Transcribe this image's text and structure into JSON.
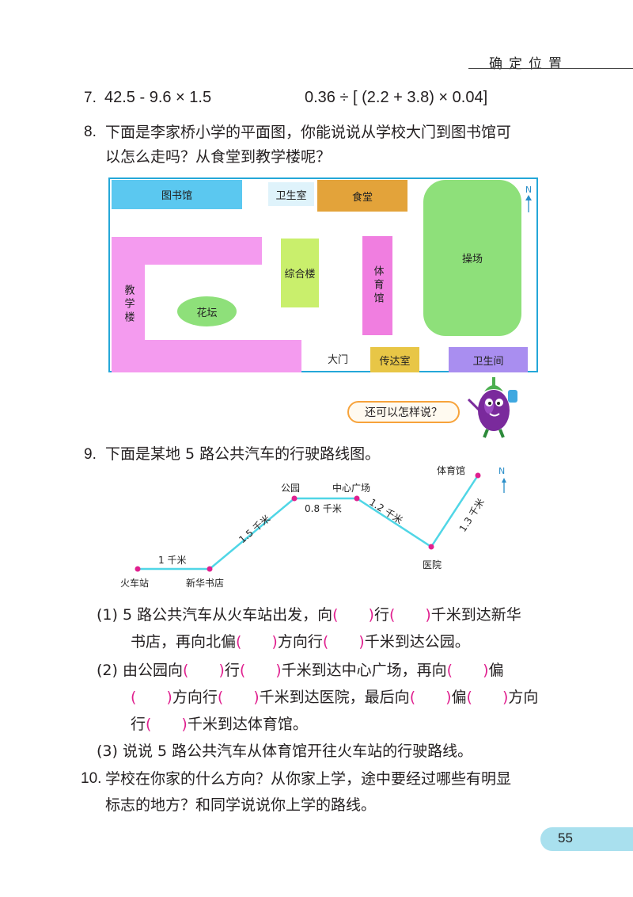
{
  "header": {
    "section_title": "确定位置"
  },
  "q7": {
    "num": "7.",
    "expr1": "42.5 - 9.6 × 1.5",
    "expr2": "0.36 ÷ [ (2.2 + 3.8) × 0.04]"
  },
  "q8": {
    "num": "8.",
    "line1": "下面是李家桥小学的平面图，你能说说从学校大门到图书馆可",
    "line2": "以怎么走吗？从食堂到教学楼呢？",
    "map": {
      "library": "图书馆",
      "restroom_top": "卫生室",
      "canteen": "食堂",
      "playground": "操场",
      "complex_building": "综合楼",
      "gym": "体育馆",
      "teaching_building": "教学楼",
      "flower_bed": "花坛",
      "gate": "大门",
      "reception": "传达室",
      "restroom_bottom": "卫生间",
      "north": "N"
    },
    "bubble": "还可以怎样说？"
  },
  "q9": {
    "num": "9.",
    "title": "下面是某地 5 路公共汽车的行驶路线图。",
    "stops": {
      "train_station": "火车站",
      "bookstore": "新华书店",
      "park": "公园",
      "plaza": "中心广场",
      "hospital": "医院",
      "stadium": "体育馆"
    },
    "distances": {
      "d1": "1 千米",
      "d2": "1.5 千米",
      "d3": "0.8 千米",
      "d4": "1.2 千米",
      "d5": "1.3 千米"
    },
    "north": "N",
    "sub1": {
      "label": "(1)",
      "l1a": "5 路公共汽车从火车站出发，向",
      "l1b": "行",
      "l1c": "千米到达新华",
      "l2a": "书店，再向北偏",
      "l2b": "方向行",
      "l2c": "千米到达公园。"
    },
    "sub2": {
      "label": "(2)",
      "l1a": "由公园向",
      "l1b": "行",
      "l1c": "千米到达中心广场，再向",
      "l1d": "偏",
      "l2a": "方向行",
      "l2b": "千米到达医院，最后向",
      "l2c": "偏",
      "l2d": "方向",
      "l3a": "行",
      "l3b": "千米到达体育馆。"
    },
    "sub3": {
      "label": "(3)",
      "text": "说说 5 路公共汽车从体育馆开往火车站的行驶路线。"
    }
  },
  "q10": {
    "num": "10.",
    "line1": "学校在你家的什么方向？从你家上学，途中要经过哪些有明显",
    "line2": "标志的地方？和同学说说你上学的路线。"
  },
  "page_number": "55",
  "colors": {
    "library": "#5bc8f0",
    "restroom_top": "#dff3fb",
    "canteen": "#e3a33a",
    "playground": "#8ee07a",
    "complex_building": "#c9ef6c",
    "gym": "#f07ee0",
    "teaching_building": "#f49bef",
    "flower_bed": "#8ee07a",
    "reception": "#e8c646",
    "restroom_bottom": "#a98ef0",
    "route_line": "#50d6e6",
    "stop_dot": "#e0208f"
  }
}
